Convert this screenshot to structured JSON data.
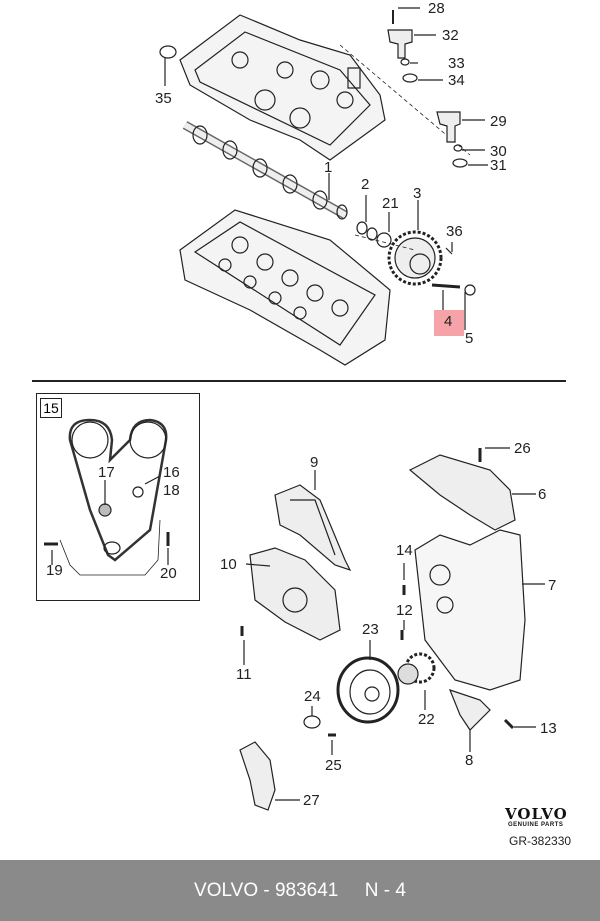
{
  "callouts": {
    "c1": "1",
    "c2": "2",
    "c3": "3",
    "c4": "4",
    "c5": "5",
    "c6": "6",
    "c7": "7",
    "c8": "8",
    "c9": "9",
    "c10": "10",
    "c11": "11",
    "c12": "12",
    "c13": "13",
    "c14": "14",
    "c15": "15",
    "c16": "16",
    "c17": "17",
    "c18": "18",
    "c19": "19",
    "c20": "20",
    "c21": "21",
    "c22": "22",
    "c23": "23",
    "c24": "24",
    "c25": "25",
    "c26": "26",
    "c27": "27",
    "c28": "28",
    "c29": "29",
    "c30": "30",
    "c31": "31",
    "c32": "32",
    "c33": "33",
    "c34": "34",
    "c35": "35",
    "c36": "36"
  },
  "highlight_color": "#f5a3a8",
  "brand": {
    "logo": "VOLVO",
    "tagline": "GENUINE PARTS"
  },
  "figure_ref": "GR-382330",
  "footer": {
    "text": "VOLVO - 983641     N - 4",
    "background": "#8a8a8a"
  }
}
